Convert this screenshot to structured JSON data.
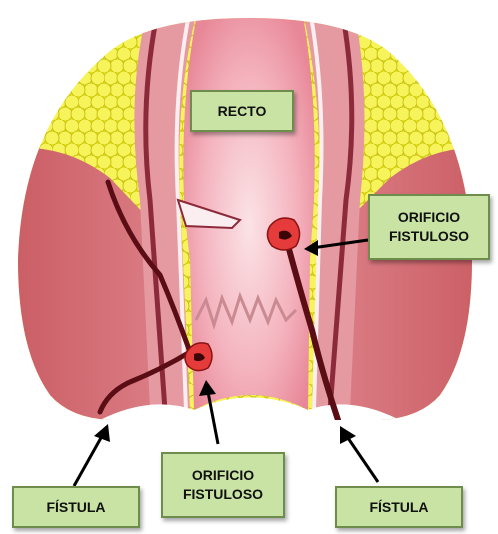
{
  "labels": {
    "recto": "RECTO",
    "orificio_right": [
      "ORIFICIO",
      "FISTULOSO"
    ],
    "orificio_bottom": [
      "ORIFICIO",
      "FISTULOSO"
    ],
    "fistula_left": "FÍSTULA",
    "fistula_right": "FÍSTULA"
  },
  "colors": {
    "fat_yellow": "#f2ee2a",
    "muscle_outer": "#d9777e",
    "muscle_inner": "#e9a2a4",
    "lumen_pink": "#f4b9c2",
    "lumen_center": "#f9d8dc",
    "wall_dark": "#7d1f32",
    "wall_light": "#fbe8ea",
    "fistula_tract": "#5a0d14",
    "orifice_red": "#e63b3b",
    "label_bg": "#c8e3a4",
    "label_border": "#6e8d4c",
    "arrow": "#000000"
  }
}
